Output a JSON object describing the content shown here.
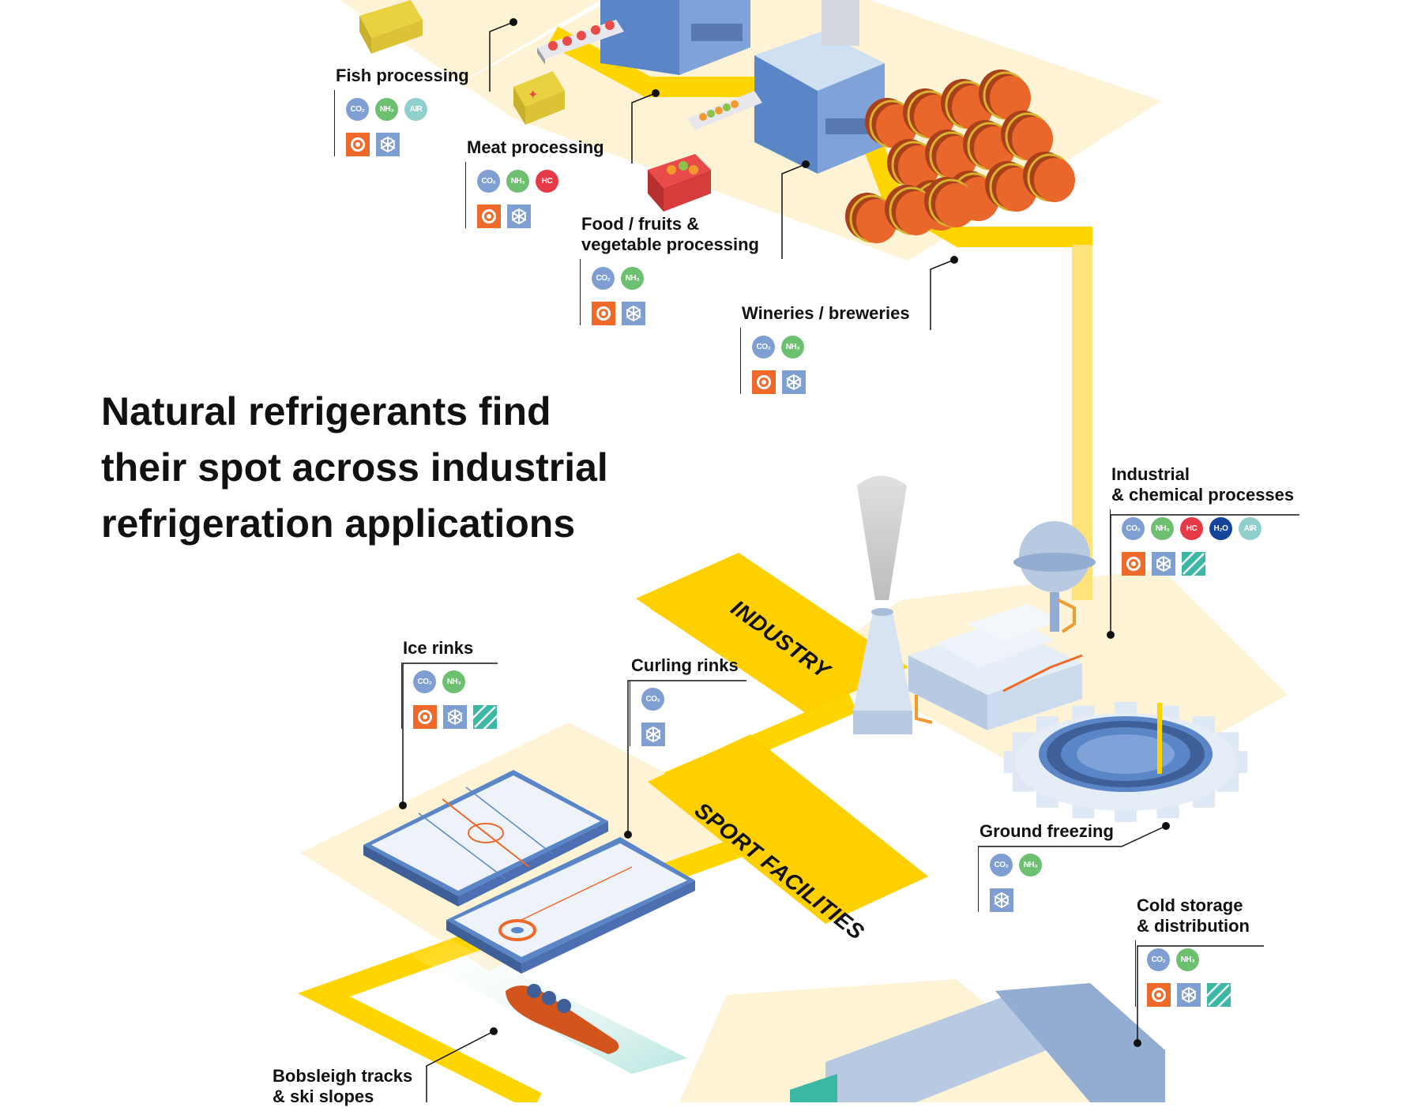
{
  "title": {
    "lines": [
      "Natural refrigerants find",
      "their spot across industrial",
      "refrigeration applications"
    ]
  },
  "zones": {
    "industry": "INDUSTRY",
    "sport": "SPORT FACILITIES"
  },
  "colors": {
    "co2": "#7f9ed2",
    "nh3": "#6cc070",
    "air": "#8fd0cd",
    "hc": "#e63946",
    "h2o": "#15459a",
    "compressor": "#ee6a2a",
    "evaporator": "#7f9ed2",
    "heat_exchanger": "#3ab8a4",
    "pipe": "#ffd500",
    "ground": "#fff3d6"
  },
  "legend_icons": [
    "compressor-icon",
    "evaporator-icon",
    "heat-exchanger-icon"
  ],
  "applications": [
    {
      "id": "fish-processing",
      "label": [
        "Fish processing"
      ],
      "refrigerants": [
        "CO₂",
        "NH₃",
        "AIR"
      ],
      "icons": [
        "compressor",
        "evaporator"
      ]
    },
    {
      "id": "meat-processing",
      "label": [
        "Meat processing"
      ],
      "refrigerants": [
        "CO₂",
        "NH₃",
        "HC"
      ],
      "icons": [
        "compressor",
        "evaporator"
      ]
    },
    {
      "id": "food-processing",
      "label": [
        "Food / fruits &",
        "vegetable processing"
      ],
      "refrigerants": [
        "CO₂",
        "NH₃"
      ],
      "icons": [
        "compressor",
        "evaporator"
      ]
    },
    {
      "id": "wineries",
      "label": [
        "Wineries / breweries"
      ],
      "refrigerants": [
        "CO₂",
        "NH₃"
      ],
      "icons": [
        "compressor",
        "evaporator"
      ]
    },
    {
      "id": "industrial-chemical",
      "label": [
        "Industrial",
        "& chemical processes"
      ],
      "refrigerants": [
        "CO₂",
        "NH₃",
        "HC",
        "H₂O",
        "AIR"
      ],
      "icons": [
        "compressor",
        "evaporator",
        "heat_exchanger"
      ]
    },
    {
      "id": "ice-rinks",
      "label": [
        "Ice rinks"
      ],
      "refrigerants": [
        "CO₂",
        "NH₃"
      ],
      "icons": [
        "compressor",
        "evaporator",
        "heat_exchanger"
      ]
    },
    {
      "id": "curling-rinks",
      "label": [
        "Curling rinks"
      ],
      "refrigerants": [
        "CO₂"
      ],
      "icons": [
        "evaporator"
      ]
    },
    {
      "id": "ground-freezing",
      "label": [
        "Ground freezing"
      ],
      "refrigerants": [
        "CO₂",
        "NH₃"
      ],
      "icons": [
        "evaporator"
      ]
    },
    {
      "id": "cold-storage",
      "label": [
        "Cold storage",
        "& distribution"
      ],
      "refrigerants": [
        "CO₂",
        "NH₃"
      ],
      "icons": [
        "compressor",
        "evaporator",
        "heat_exchanger"
      ]
    },
    {
      "id": "bobsleigh",
      "label": [
        "Bobsleigh tracks",
        "& ski slopes"
      ],
      "refrigerants": [],
      "icons": []
    }
  ]
}
